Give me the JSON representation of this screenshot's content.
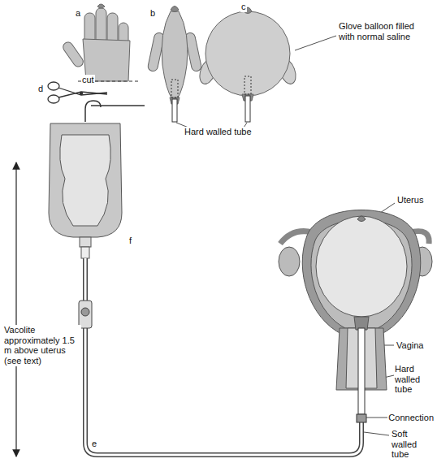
{
  "diagram": {
    "labels": [
      "a",
      "b",
      "c",
      "Glove balloon filled with normal saline",
      "Hard walled tube",
      "d",
      "cut",
      "f",
      "Vacolite approximately 1.5 m above uterus (see text)",
      "e",
      "Uterus",
      "Vagina",
      "Hard walled tube",
      "Connection",
      "Soft walled tube"
    ]
  }
}
